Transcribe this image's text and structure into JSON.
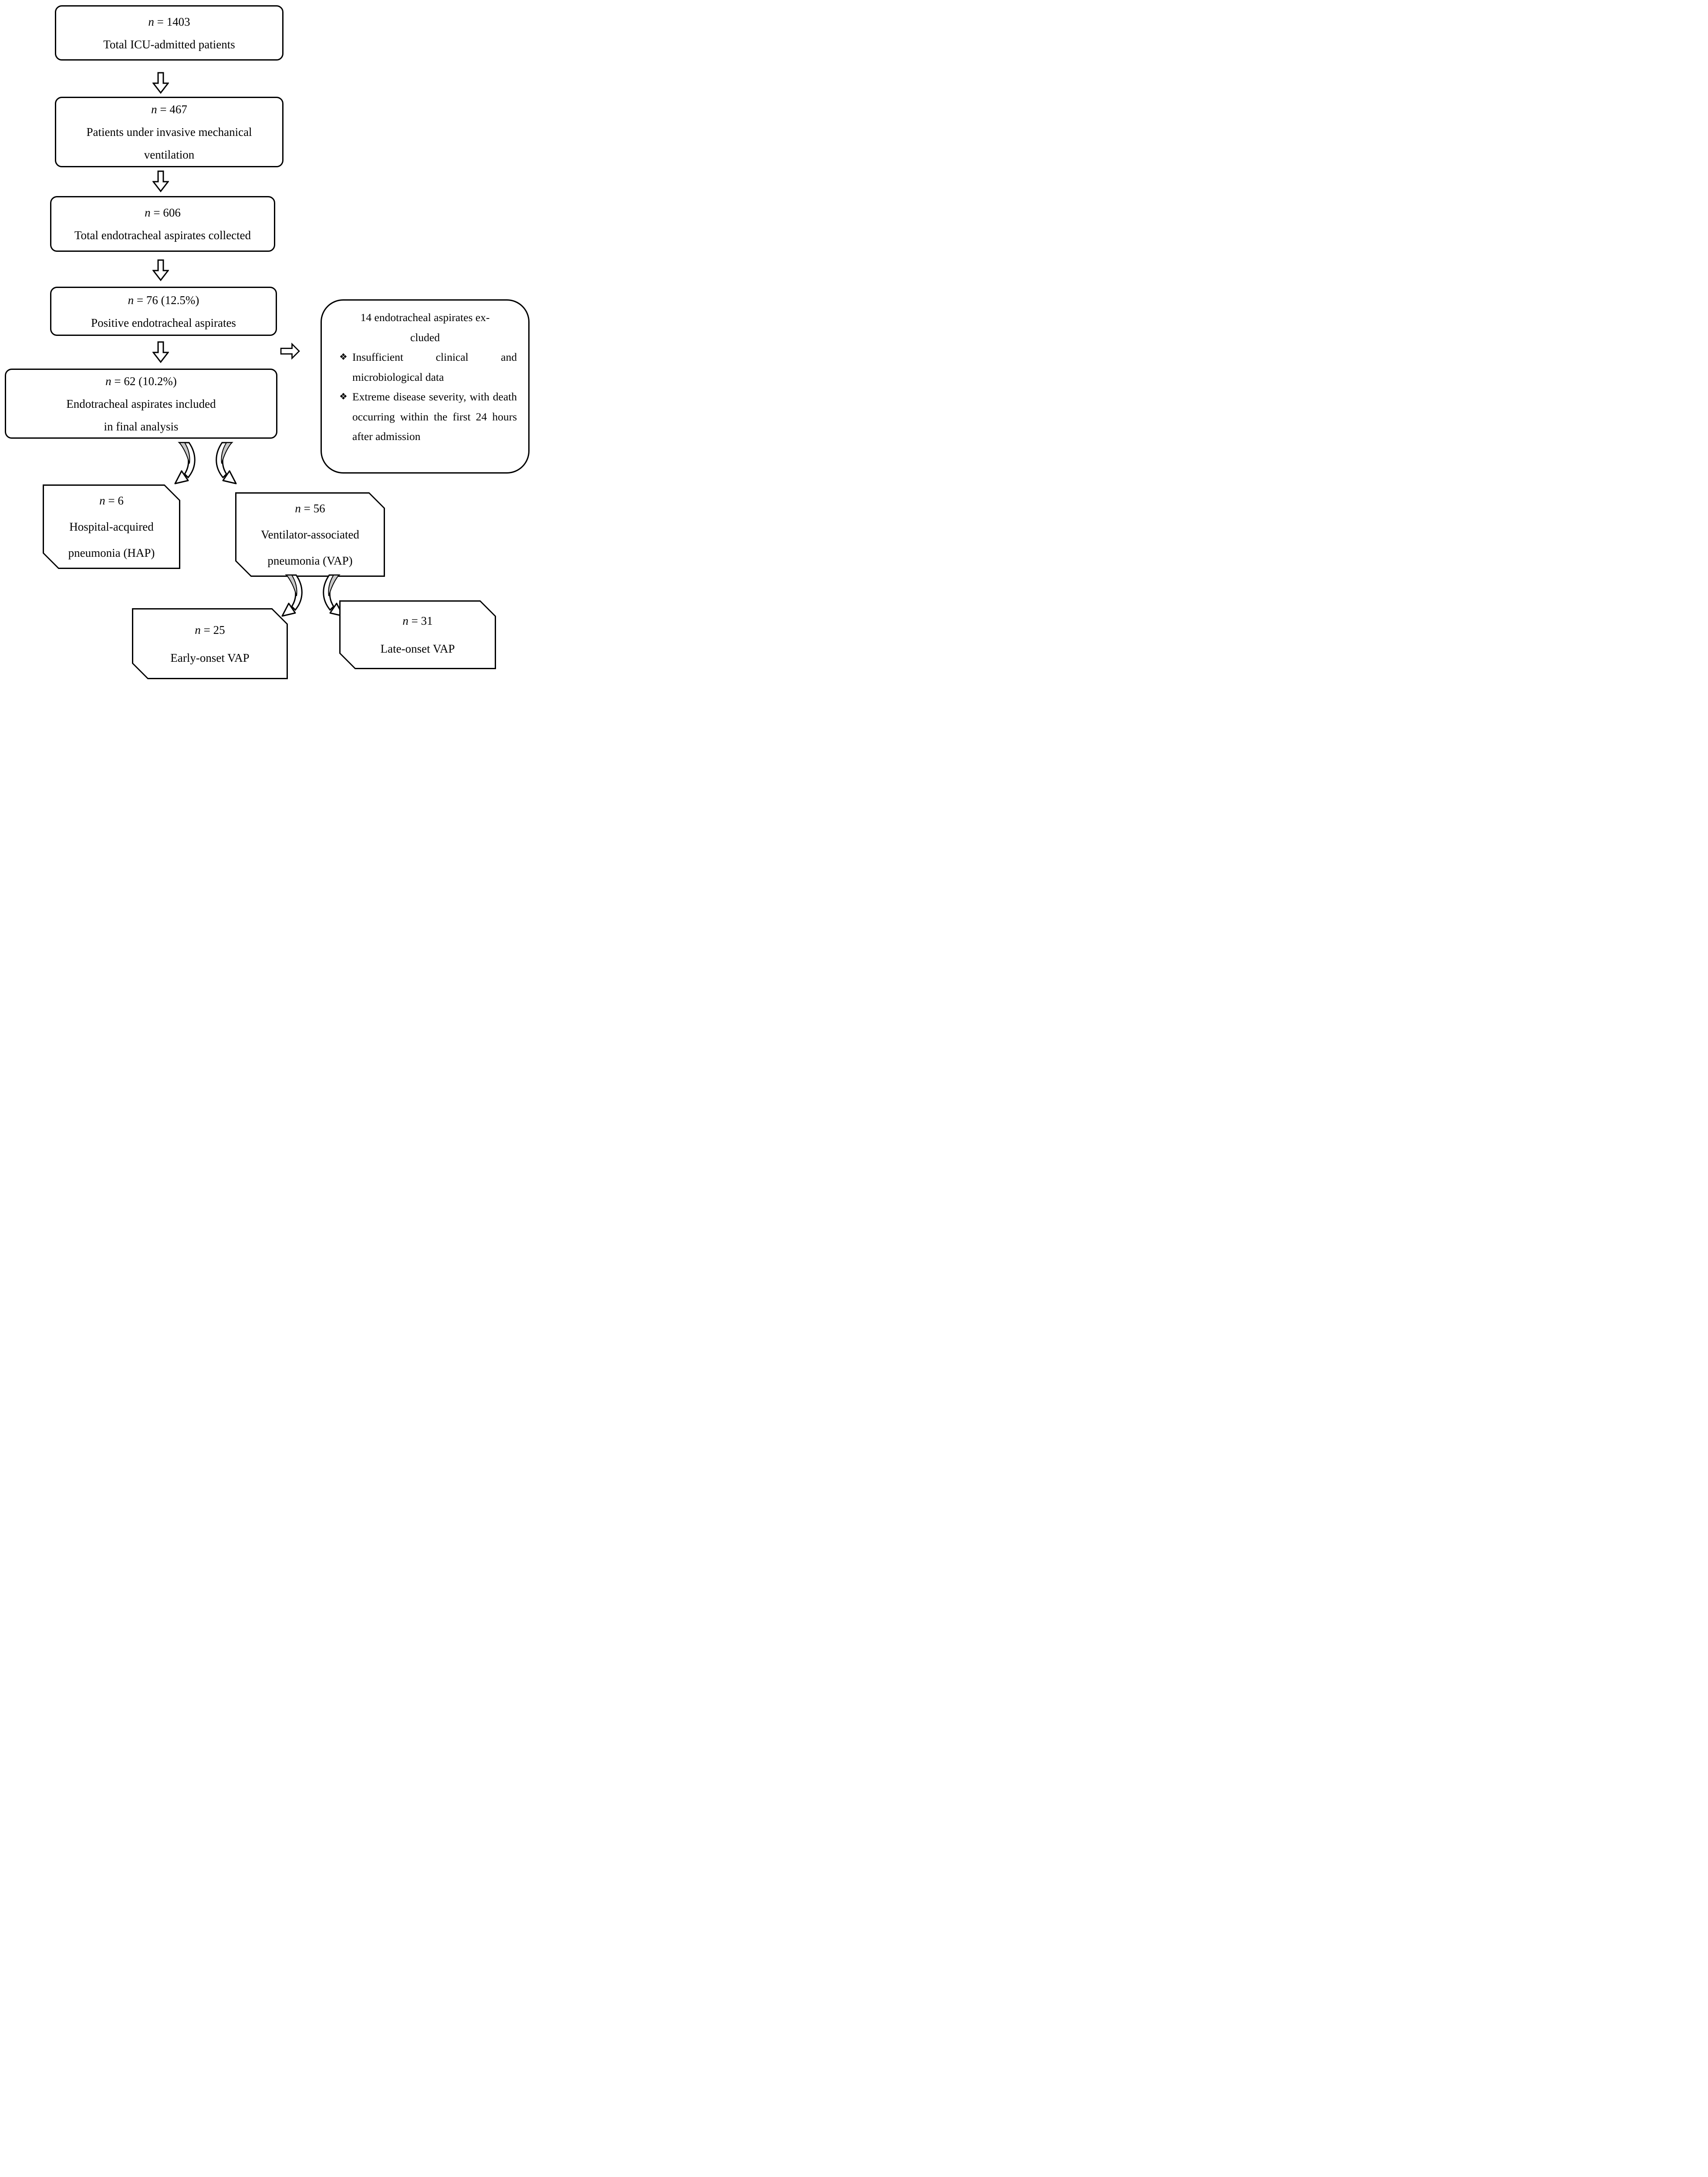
{
  "figure": {
    "type": "study-flow-diagram"
  },
  "labels": {
    "n": "n"
  },
  "boxes": {
    "icu": {
      "eq": " = 1403",
      "l1": "Total ICU-admitted patients"
    },
    "ventilated": {
      "eq": " = 467",
      "l1": "Patients under invasive mechanical",
      "l2": "ventilation"
    },
    "aspirates": {
      "eq": " = 606",
      "l1": "Total endotracheal aspirates collected"
    },
    "positive": {
      "eq": " = 76 (12.5%)",
      "l1": "Positive endotracheal aspirates"
    },
    "included": {
      "eq": " = 62 (10.2%)",
      "l1": "Endotracheal aspirates included",
      "l2": "in final analysis"
    },
    "hap": {
      "eq": " = 6",
      "l1": "Hospital-acquired",
      "l2": "pneumonia (HAP)"
    },
    "vap": {
      "eq": " = 56",
      "l1": "Ventilator-associated",
      "l2": "pneumonia (VAP)"
    },
    "early": {
      "eq": " = 25",
      "l1": "Early-onset VAP"
    },
    "late": {
      "eq": " = 31",
      "l1": "Late-onset VAP"
    }
  },
  "exclusion": {
    "title_l1": "14 endotracheal aspirates ex-",
    "title_l2": "cluded",
    "marker": "❖",
    "items": [
      "Insufficient clinical and microbiological data",
      "Extreme disease severity, with death occurring within the first 24 hours after admission"
    ]
  },
  "colors": {
    "ink": "#000000",
    "paper": "#ffffff",
    "arrow_shade": "#c8c8c8"
  }
}
